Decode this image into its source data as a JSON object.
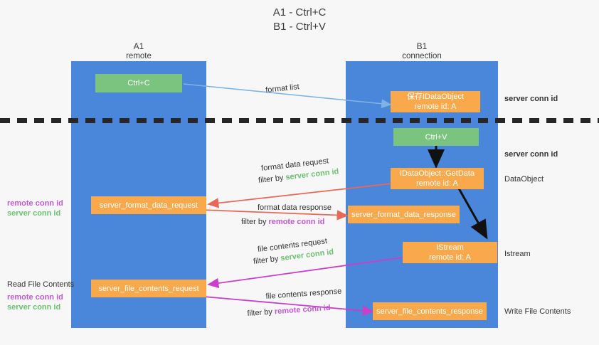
{
  "title": {
    "line1": "A1 - Ctrl+C",
    "line2": "B1 - Ctrl+V"
  },
  "colors": {
    "lane": "#4a86d9",
    "green_box": "#7bc47f",
    "orange_box": "#f9a94b",
    "server_conn_id": "#6cc070",
    "remote_conn_id": "#c05ad0",
    "arrow_blue": "#7fb2e5",
    "arrow_red": "#e8685a",
    "arrow_magenta": "#c93fc9",
    "arrow_dark": "#1a1a1a",
    "divider": "#262626"
  },
  "columns": [
    {
      "name": "A1",
      "role": "remote"
    },
    {
      "name": "B1",
      "role": "connection"
    }
  ],
  "boxes": {
    "ctrl_c": {
      "label": "Ctrl+C",
      "style": "green"
    },
    "save_idataobject": {
      "line1": "保存IDataObject",
      "line2": "remote id: A",
      "style": "orange"
    },
    "ctrl_v": {
      "label": "Ctrl+V",
      "style": "green"
    },
    "getdata": {
      "line1": "IDataObject::GetData",
      "line2": "remote id: A",
      "style": "orange"
    },
    "istream": {
      "line1": "IStream",
      "line2": "remote id: A",
      "style": "orange"
    },
    "server_format_data_request": {
      "label": "server_format_data_request",
      "style": "orange"
    },
    "server_format_data_response": {
      "label": "server_format_data_response",
      "style": "orange"
    },
    "server_file_contents_request": {
      "label": "server_file_contents_request",
      "style": "orange"
    },
    "server_file_contents_response": {
      "label": "server_file_contents_response",
      "style": "orange"
    }
  },
  "arrow_labels": {
    "format_list": "format list",
    "format_data_request": "format data request",
    "format_data_request_filter_prefix": "filter by ",
    "format_data_request_filter_value": "server conn id",
    "format_data_response": "format data response",
    "format_data_response_filter_prefix": "filter by ",
    "format_data_response_filter_value": "remote conn id",
    "file_contents_request": "file contents request",
    "file_contents_request_filter_prefix": "filter by ",
    "file_contents_request_filter_value": "server conn id",
    "file_contents_response": "file contents response",
    "file_contents_response_filter_prefix": "filter by ",
    "file_contents_response_filter_value": "remote conn id"
  },
  "right_annotations": [
    {
      "key": "server_conn_id_1",
      "text": "server conn id",
      "kind": "green"
    },
    {
      "key": "server_conn_id_2",
      "text": "server conn id",
      "kind": "green"
    },
    {
      "key": "dataobject",
      "text": "DataObject",
      "kind": "plain"
    },
    {
      "key": "istream",
      "text": "Istream",
      "kind": "plain"
    },
    {
      "key": "write_file_contents",
      "text": "Write File Contents",
      "kind": "plain"
    }
  ],
  "left_annotations": {
    "group1": {
      "remote": "remote conn id",
      "server": "server conn id"
    },
    "read_file_contents": "Read File Contents",
    "group2": {
      "remote": "remote conn id",
      "server": "server conn id"
    }
  }
}
